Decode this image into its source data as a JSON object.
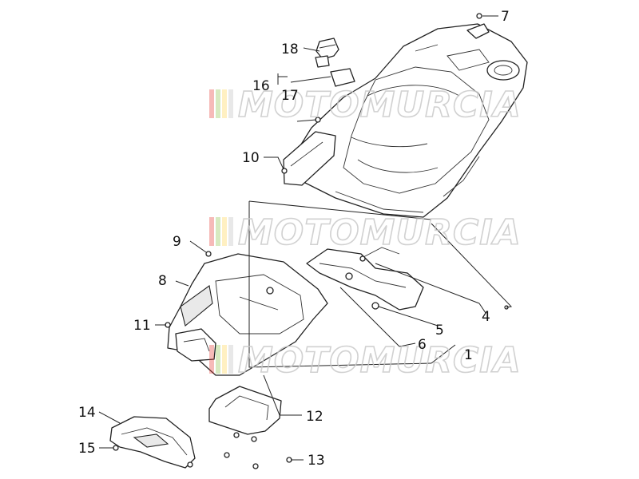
{
  "watermark": {
    "text": "MOTOMURCIA",
    "stripe_colors": [
      "#e53935",
      "#8bc34a",
      "#ffd54f",
      "#bdbdbd"
    ]
  },
  "callouts": [
    {
      "id": "c1",
      "label": "1"
    },
    {
      "id": "c4",
      "label": "4"
    },
    {
      "id": "c5",
      "label": "5"
    },
    {
      "id": "c6",
      "label": "6"
    },
    {
      "id": "c7",
      "label": "7"
    },
    {
      "id": "c8",
      "label": "8"
    },
    {
      "id": "c9",
      "label": "9"
    },
    {
      "id": "c10",
      "label": "10"
    },
    {
      "id": "c11",
      "label": "11"
    },
    {
      "id": "c12",
      "label": "12"
    },
    {
      "id": "c13",
      "label": "13"
    },
    {
      "id": "c14",
      "label": "14"
    },
    {
      "id": "c15",
      "label": "15"
    },
    {
      "id": "c16",
      "label": "16"
    },
    {
      "id": "c17",
      "label": "17"
    },
    {
      "id": "c18",
      "label": "18"
    }
  ]
}
